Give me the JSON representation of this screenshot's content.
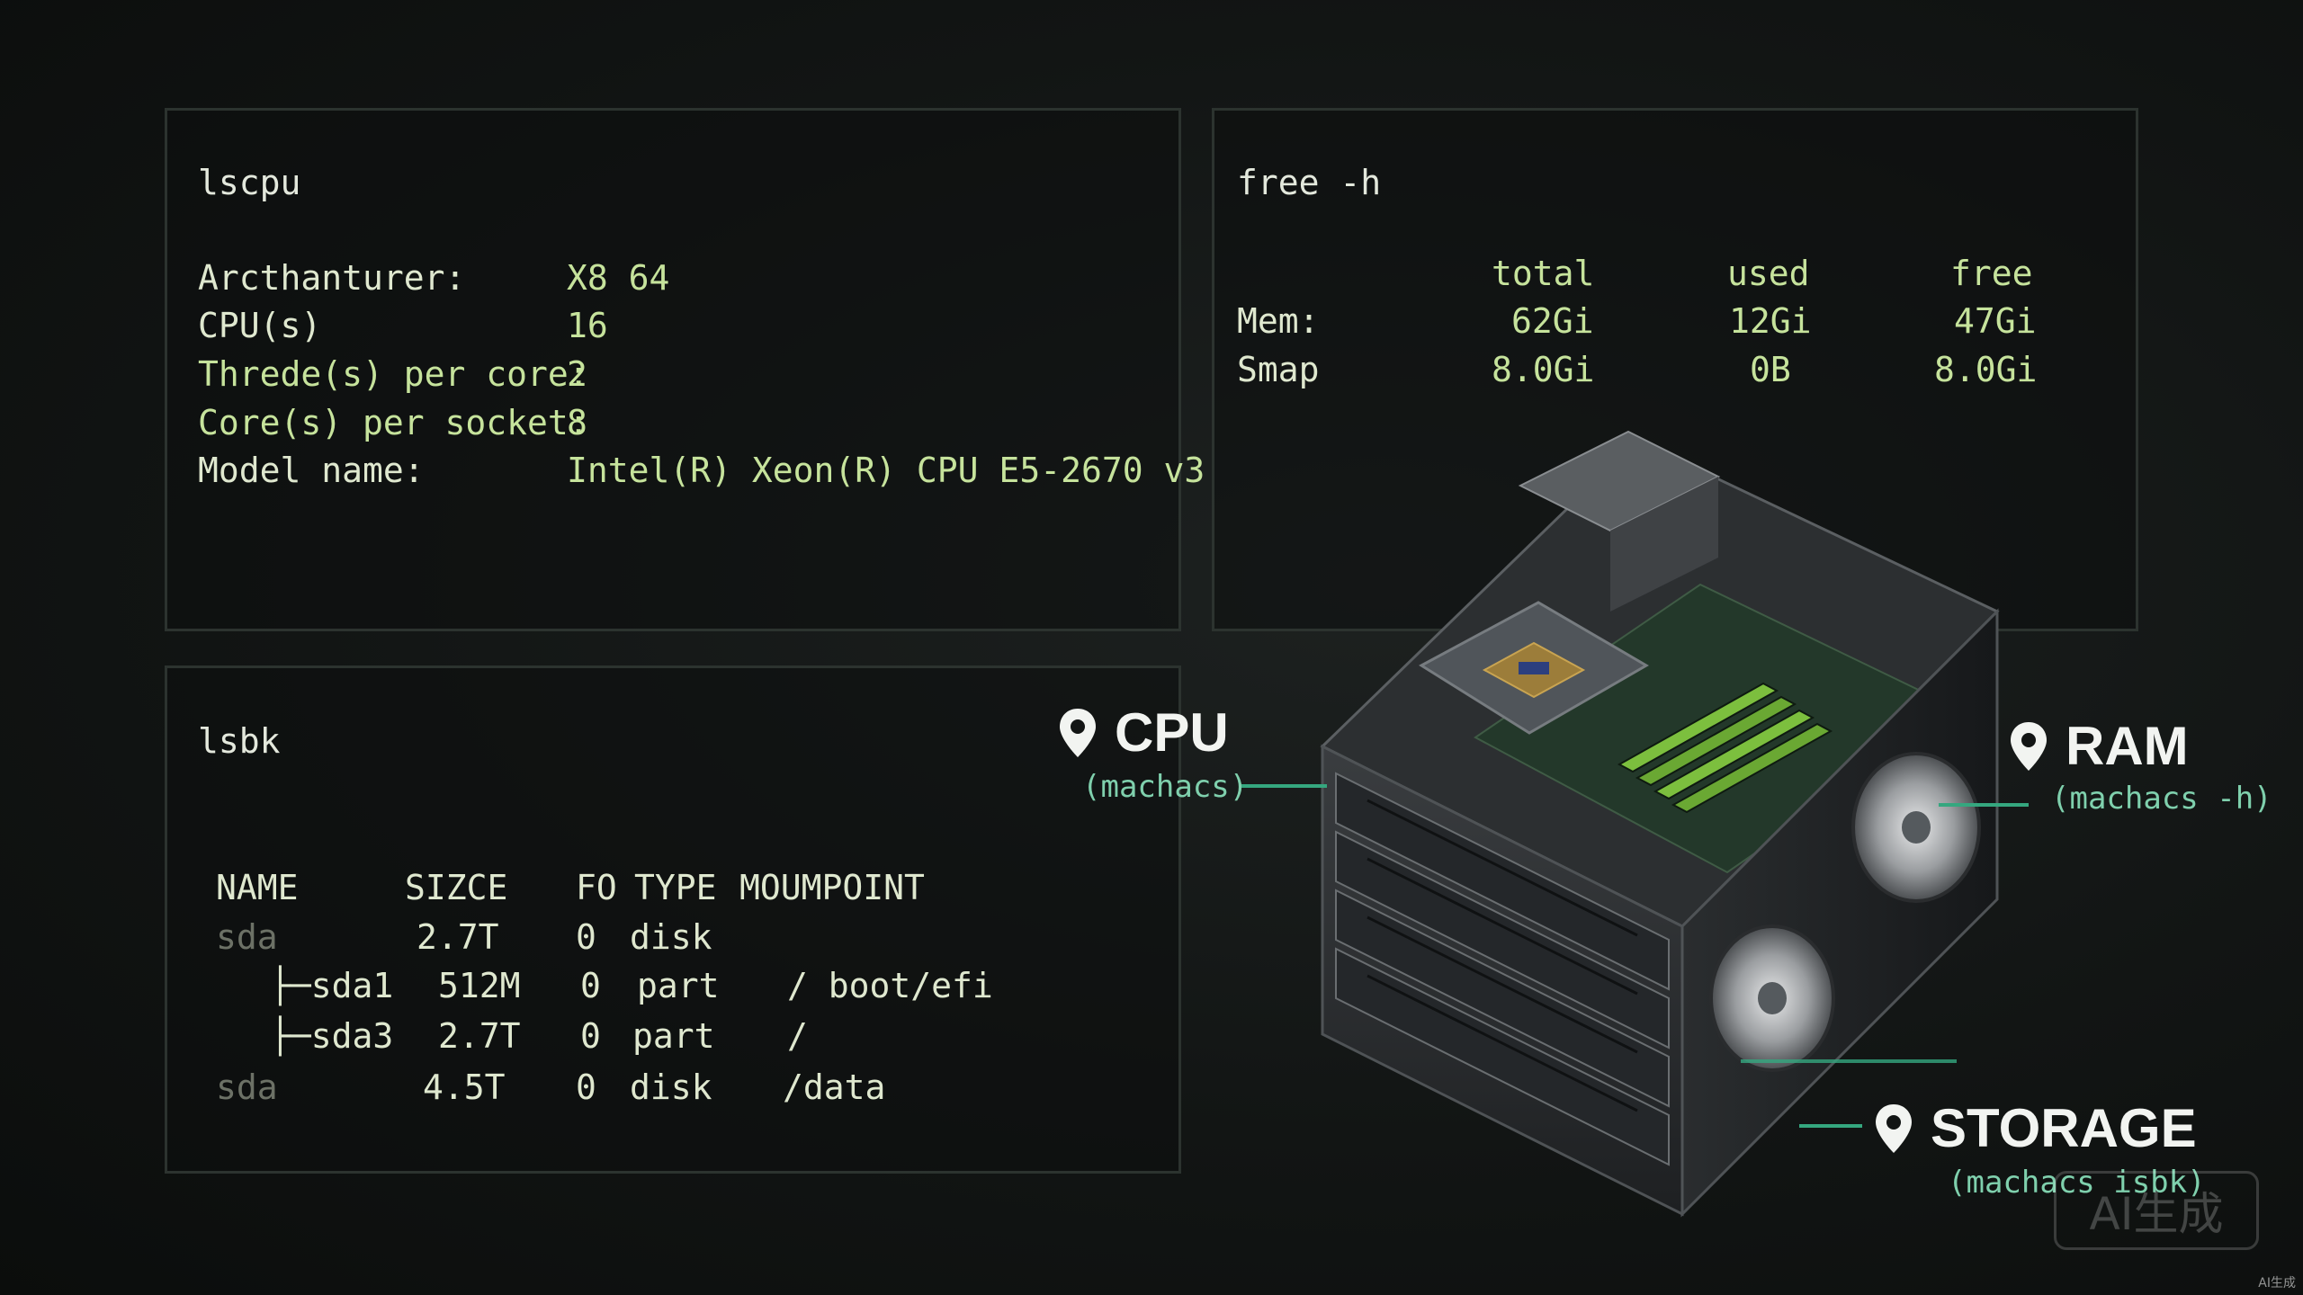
{
  "lscpu": {
    "command": "lscpu",
    "rows": [
      {
        "key": "Arcthanturer:",
        "value": "X8 64"
      },
      {
        "key": "CPU(s)",
        "value": "16"
      },
      {
        "key": "Threde(s) per core:",
        "value": "2"
      },
      {
        "key": "Core(s) per socket:",
        "value": "8"
      },
      {
        "key": "Model name:",
        "value": "Intel(R) Xeon(R) CPU E5-2670 v3"
      }
    ]
  },
  "free": {
    "command": "free -h",
    "headers": [
      "total",
      "used",
      "free"
    ],
    "rows": [
      {
        "label": "Mem:",
        "total": "62Gi",
        "used": "12Gi",
        "free": "47Gi"
      },
      {
        "label": "Smap",
        "total": "8.0Gi",
        "used": "0B",
        "free": "8.0Gi"
      }
    ]
  },
  "lsblk": {
    "command": "lsbk",
    "headers": {
      "name": "NAME",
      "size": "SIZCE",
      "ro": "FO",
      "type": "TYPE",
      "mountpoint": "MOUMPOINT"
    },
    "rows": [
      {
        "name": "sda",
        "size": "2.7T",
        "ro": "0",
        "type": "disk",
        "mountpoint": ""
      },
      {
        "name": "├─sda1",
        "size": "512M",
        "ro": "0",
        "type": "part",
        "mountpoint": "/ boot/efi"
      },
      {
        "name": "├─sda3",
        "size": "2.7T",
        "ro": "0",
        "type": "part",
        "mountpoint": "/"
      },
      {
        "name": "sda",
        "size": "4.5T",
        "ro": "0",
        "type": "disk",
        "mountpoint": "/data"
      }
    ]
  },
  "callouts": {
    "cpu": {
      "title": "CPU",
      "sub": "(machacs)",
      "icon": "map-pin-icon"
    },
    "ram": {
      "title": "RAM",
      "sub": "(machacs -h)",
      "icon": "map-pin-icon"
    },
    "storage": {
      "title": "STORAGE",
      "sub": "(machacs isbk)",
      "icon": "map-pin-icon"
    }
  },
  "watermark": {
    "badge": "AI生成",
    "corner": "AI生成"
  },
  "colors": {
    "accent": "#35a77f",
    "value_green": "#c6e39c",
    "text": "#dfe8cf"
  }
}
